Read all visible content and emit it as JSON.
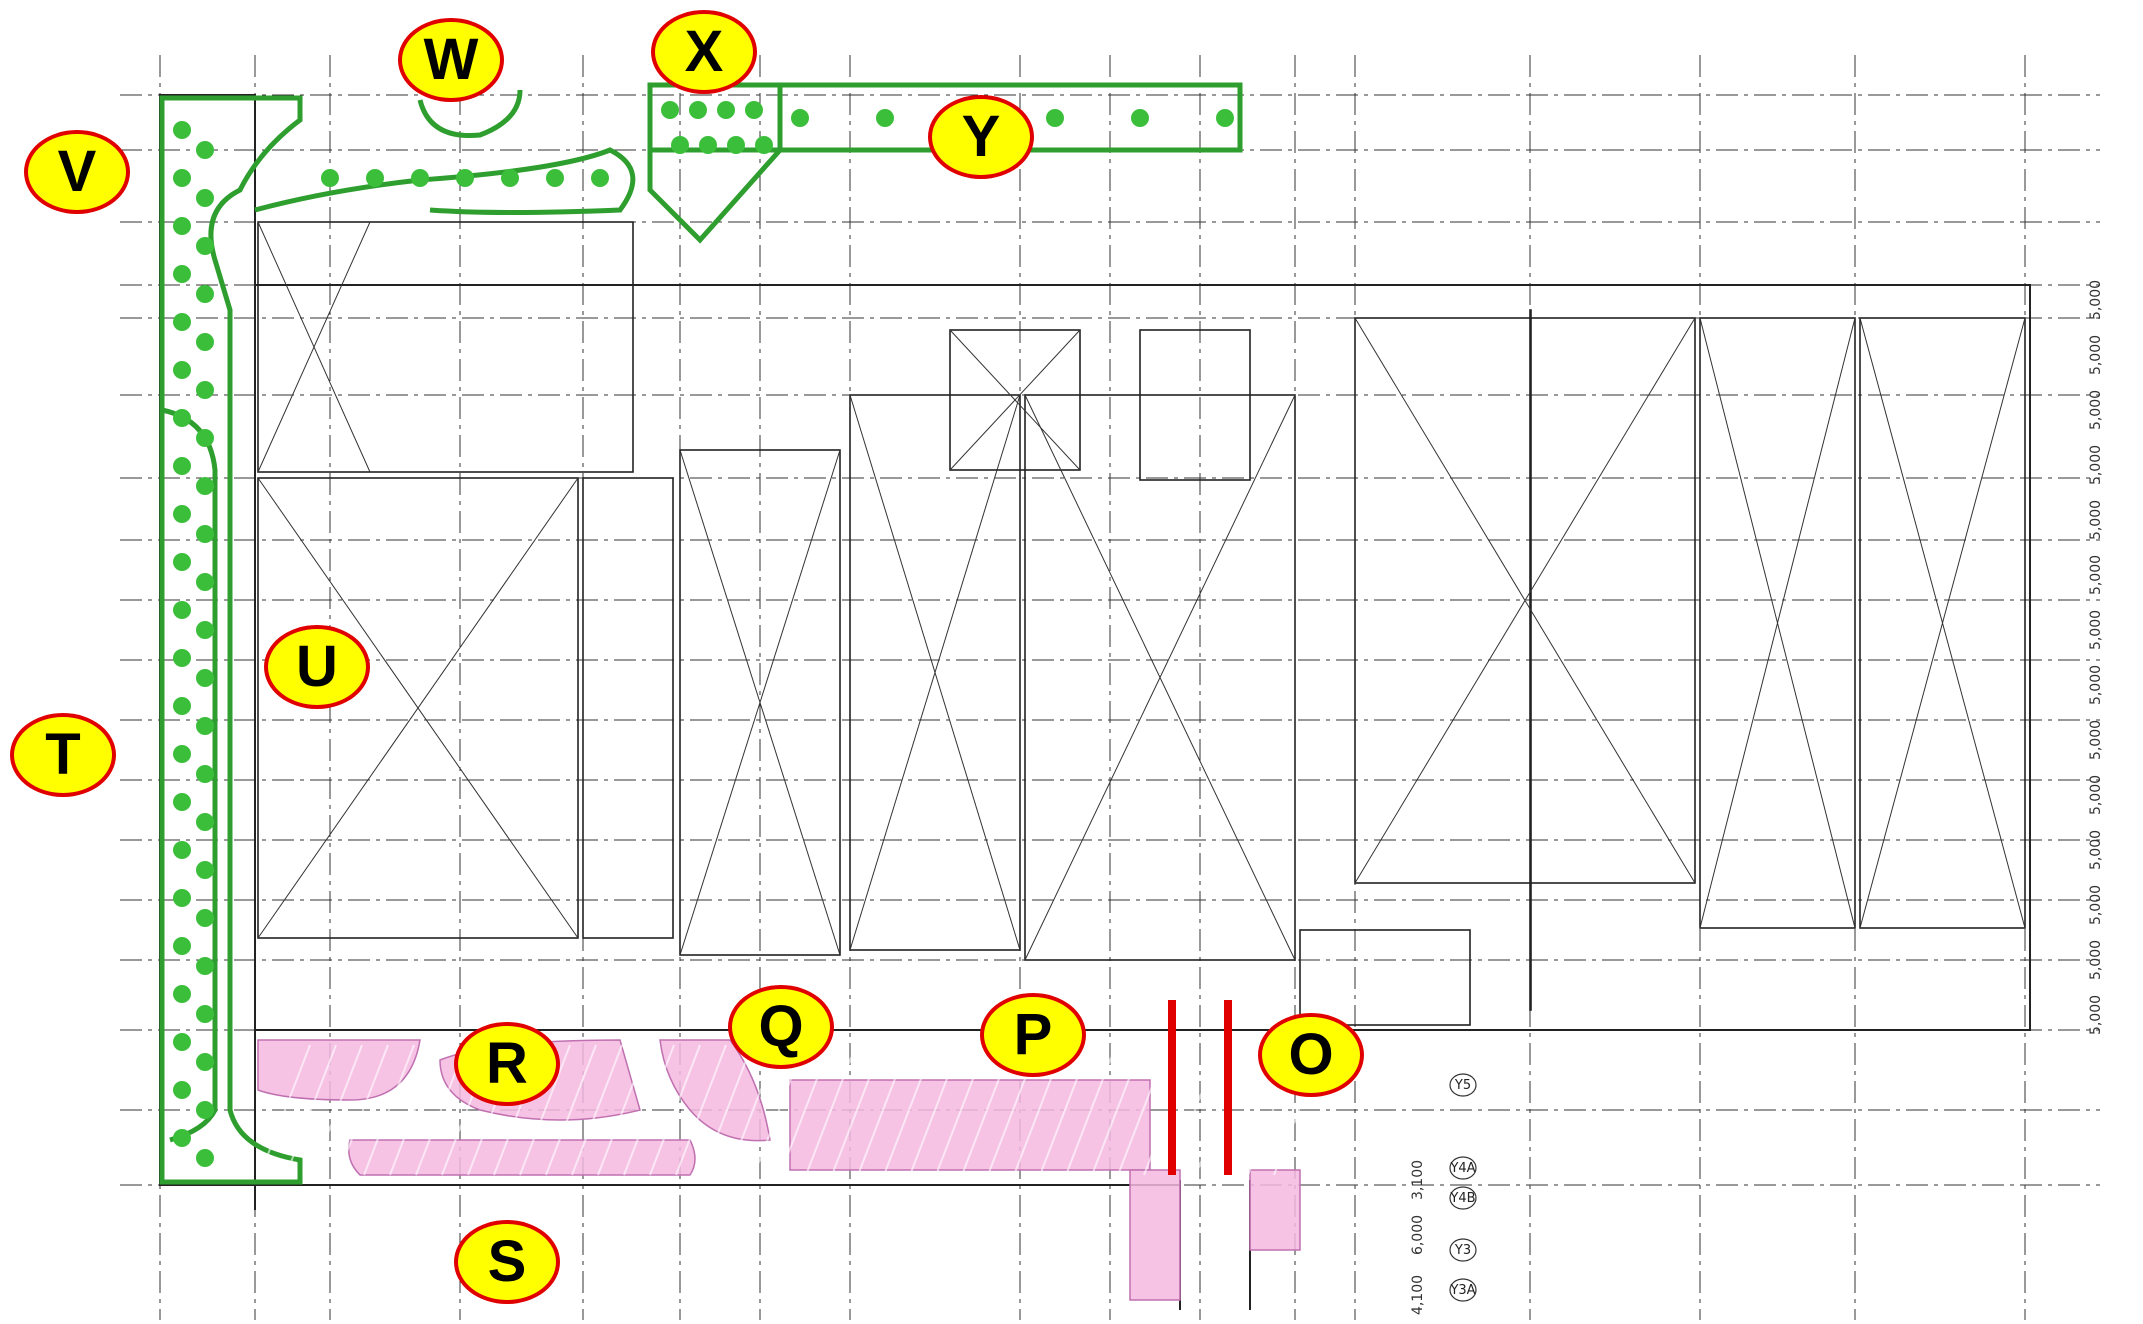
{
  "markers": [
    "V",
    "W",
    "X",
    "Y",
    "U",
    "T",
    "R",
    "Q",
    "P",
    "O",
    "S"
  ],
  "grid_dims": [
    "5,000",
    "5,000",
    "5,000",
    "5,000",
    "5,000",
    "5,000",
    "5,000",
    "5,000",
    "5,000",
    "5,000",
    "5,000",
    "5,000",
    "5,000",
    "5,000"
  ],
  "grid_axes": [
    "Y5",
    "Y4A",
    "Y4B",
    "Y3",
    "Y3A"
  ],
  "lower_dims": [
    "3,100",
    "6,000",
    "4,100"
  ],
  "colors": {
    "green_zone": "#2e9e2e",
    "pink_zone": "#f0a8d8",
    "marker_fill": "#ffff00",
    "marker_border": "#e00000",
    "barrier": "#e00000"
  }
}
